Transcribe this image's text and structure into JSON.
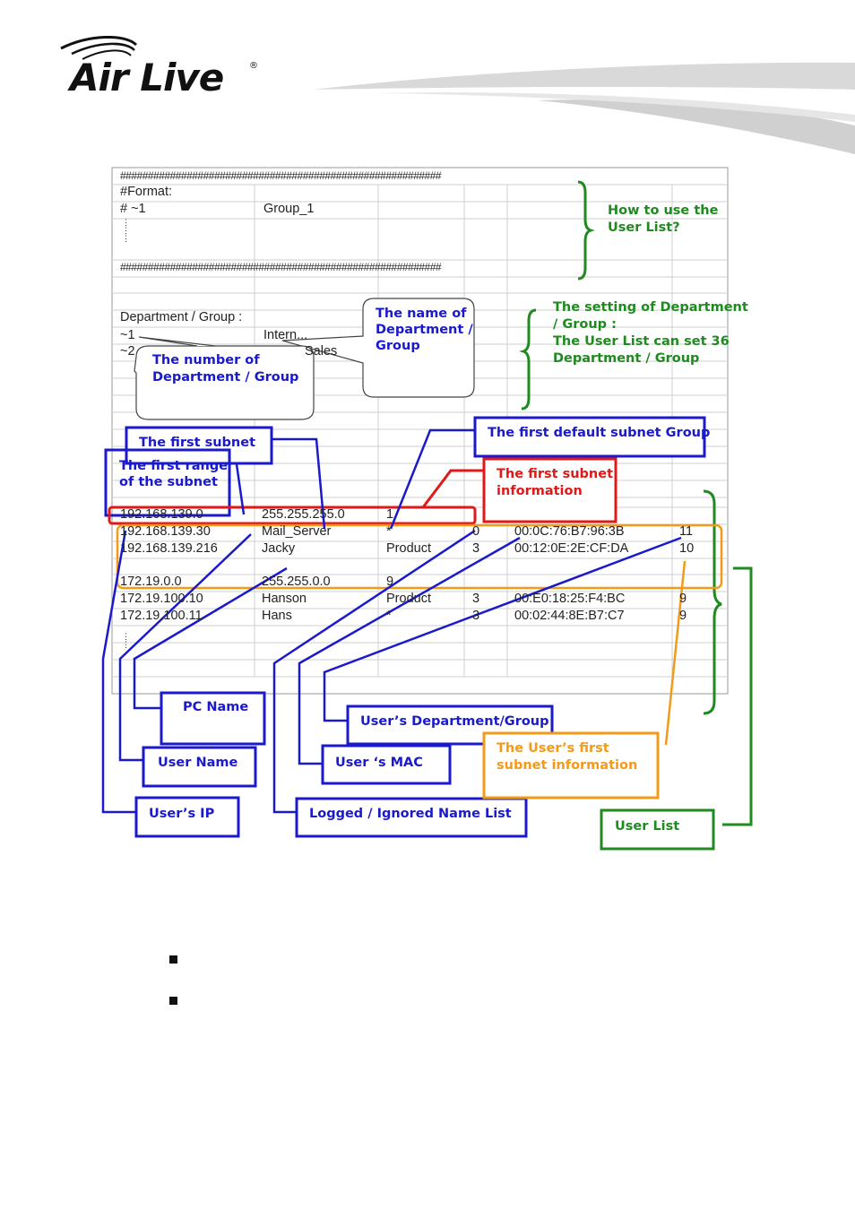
{
  "logo": {
    "text": "Air Live",
    "registered": "®"
  },
  "sheet": {
    "hash_line": "##########################################################",
    "format_label": "#Format:",
    "format_key": "# ~1",
    "format_value": "Group_1",
    "dept_label": "Department / Group :",
    "dept_rows": [
      {
        "key": "~1",
        "value": "Intern..."
      },
      {
        "key": "~2",
        "value": "Sales"
      }
    ],
    "subnet_rows": [
      {
        "ip": "192.168.139.0",
        "name": "255.255.255.0",
        "dept": "1",
        "flag": "",
        "mac": "",
        "sub": ""
      },
      {
        "ip": "192.168.139.30",
        "name": "Mail_Server",
        "dept": "*",
        "flag": "0",
        "mac": "00:0C:76:B7:96:3B",
        "sub": "11"
      },
      {
        "ip": "192.168.139.216",
        "name": "Jacky",
        "dept": "Product",
        "flag": "3",
        "mac": "00:12:0E:2E:CF:DA",
        "sub": "10"
      },
      {
        "ip": "172.19.0.0",
        "name": "255.255.0.0",
        "dept": "9",
        "flag": "",
        "mac": "",
        "sub": ""
      },
      {
        "ip": "172.19.100.10",
        "name": "Hanson",
        "dept": "Product",
        "flag": "3",
        "mac": "00:E0:18:25:F4:BC",
        "sub": "9"
      },
      {
        "ip": "172.19.100.11",
        "name": "Hans",
        "dept": "*",
        "flag": "3",
        "mac": "00:02:44:8E:B7:C7",
        "sub": "9"
      }
    ]
  },
  "callouts": {
    "how_to_use": "How to use the\nUser List?",
    "name_of_dept": "The name of\nDepartment /\nGroup",
    "setting_dept": "The setting of Department\n/ Group :\nThe User List can set 36\nDepartment / Group",
    "number_of_dept": "The number of\nDepartment / Group",
    "first_subnet": "The first subnet",
    "first_default_subnet_group": "The first default subnet Group",
    "first_range": "The first range\nof the subnet",
    "first_subnet_info": "The first subnet\ninformation",
    "pc_name": "PC Name",
    "users_dept_group": "User’s Department/Group",
    "users_first_subnet_info": "The User’s first\nsubnet information",
    "user_name": "User Name",
    "users_mac": "User ‘s MAC",
    "users_ip": "User’s IP",
    "logged_ignored": "Logged / Ignored Name List",
    "user_list": "User List"
  },
  "colors": {
    "blue": "#1a1acc",
    "green": "#1f8a1f",
    "red": "#e01818",
    "orange": "#f39a18"
  },
  "bullets": [
    "square-bullet",
    "square-bullet"
  ]
}
